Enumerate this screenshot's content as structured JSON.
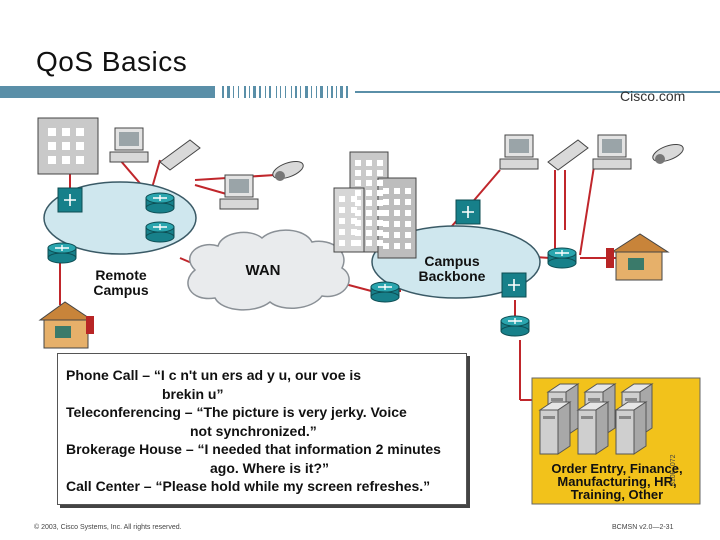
{
  "slide": {
    "title": "QoS Basics",
    "brand": "Cisco.com",
    "footer_left": "© 2003, Cisco Systems, Inc. All rights reserved.",
    "footer_right": "BCMSN v2.0—2-31",
    "side_code": "310F_072"
  },
  "diagram": {
    "labels": {
      "remote_campus": "Remote Campus",
      "wan": "WAN",
      "campus_backbone": "Campus Backbone"
    },
    "departments": "Order Entry, Finance, Manufacturing, HR, Training, Other"
  },
  "quotes": [
    {
      "speaker": "Phone Call –",
      "line1": "“I c n't un ers ad y u, our voe is",
      "line2": "brekin u”"
    },
    {
      "speaker": "Teleconferencing –",
      "line1": "“The picture is very jerky. Voice",
      "line2": "not synchronized.”"
    },
    {
      "speaker": "Brokerage House –",
      "line1": "“I needed that information 2 minutes",
      "line2": "ago. Where is it?”"
    },
    {
      "speaker": "Call Center –",
      "line1": "“Please hold while my screen refreshes.”",
      "line2": ""
    }
  ],
  "colors": {
    "link": "#c0262b",
    "campus_fill": "#cfe7ee",
    "router_fill": "#17808a",
    "server_panel": "#f2c21b",
    "title_bar": "#5a8fa8"
  },
  "icons": [
    "building-icon",
    "pc-icon",
    "phone-icon",
    "camera-icon",
    "router-icon",
    "switch-icon",
    "house-icon",
    "server-icon",
    "cloud-icon"
  ]
}
